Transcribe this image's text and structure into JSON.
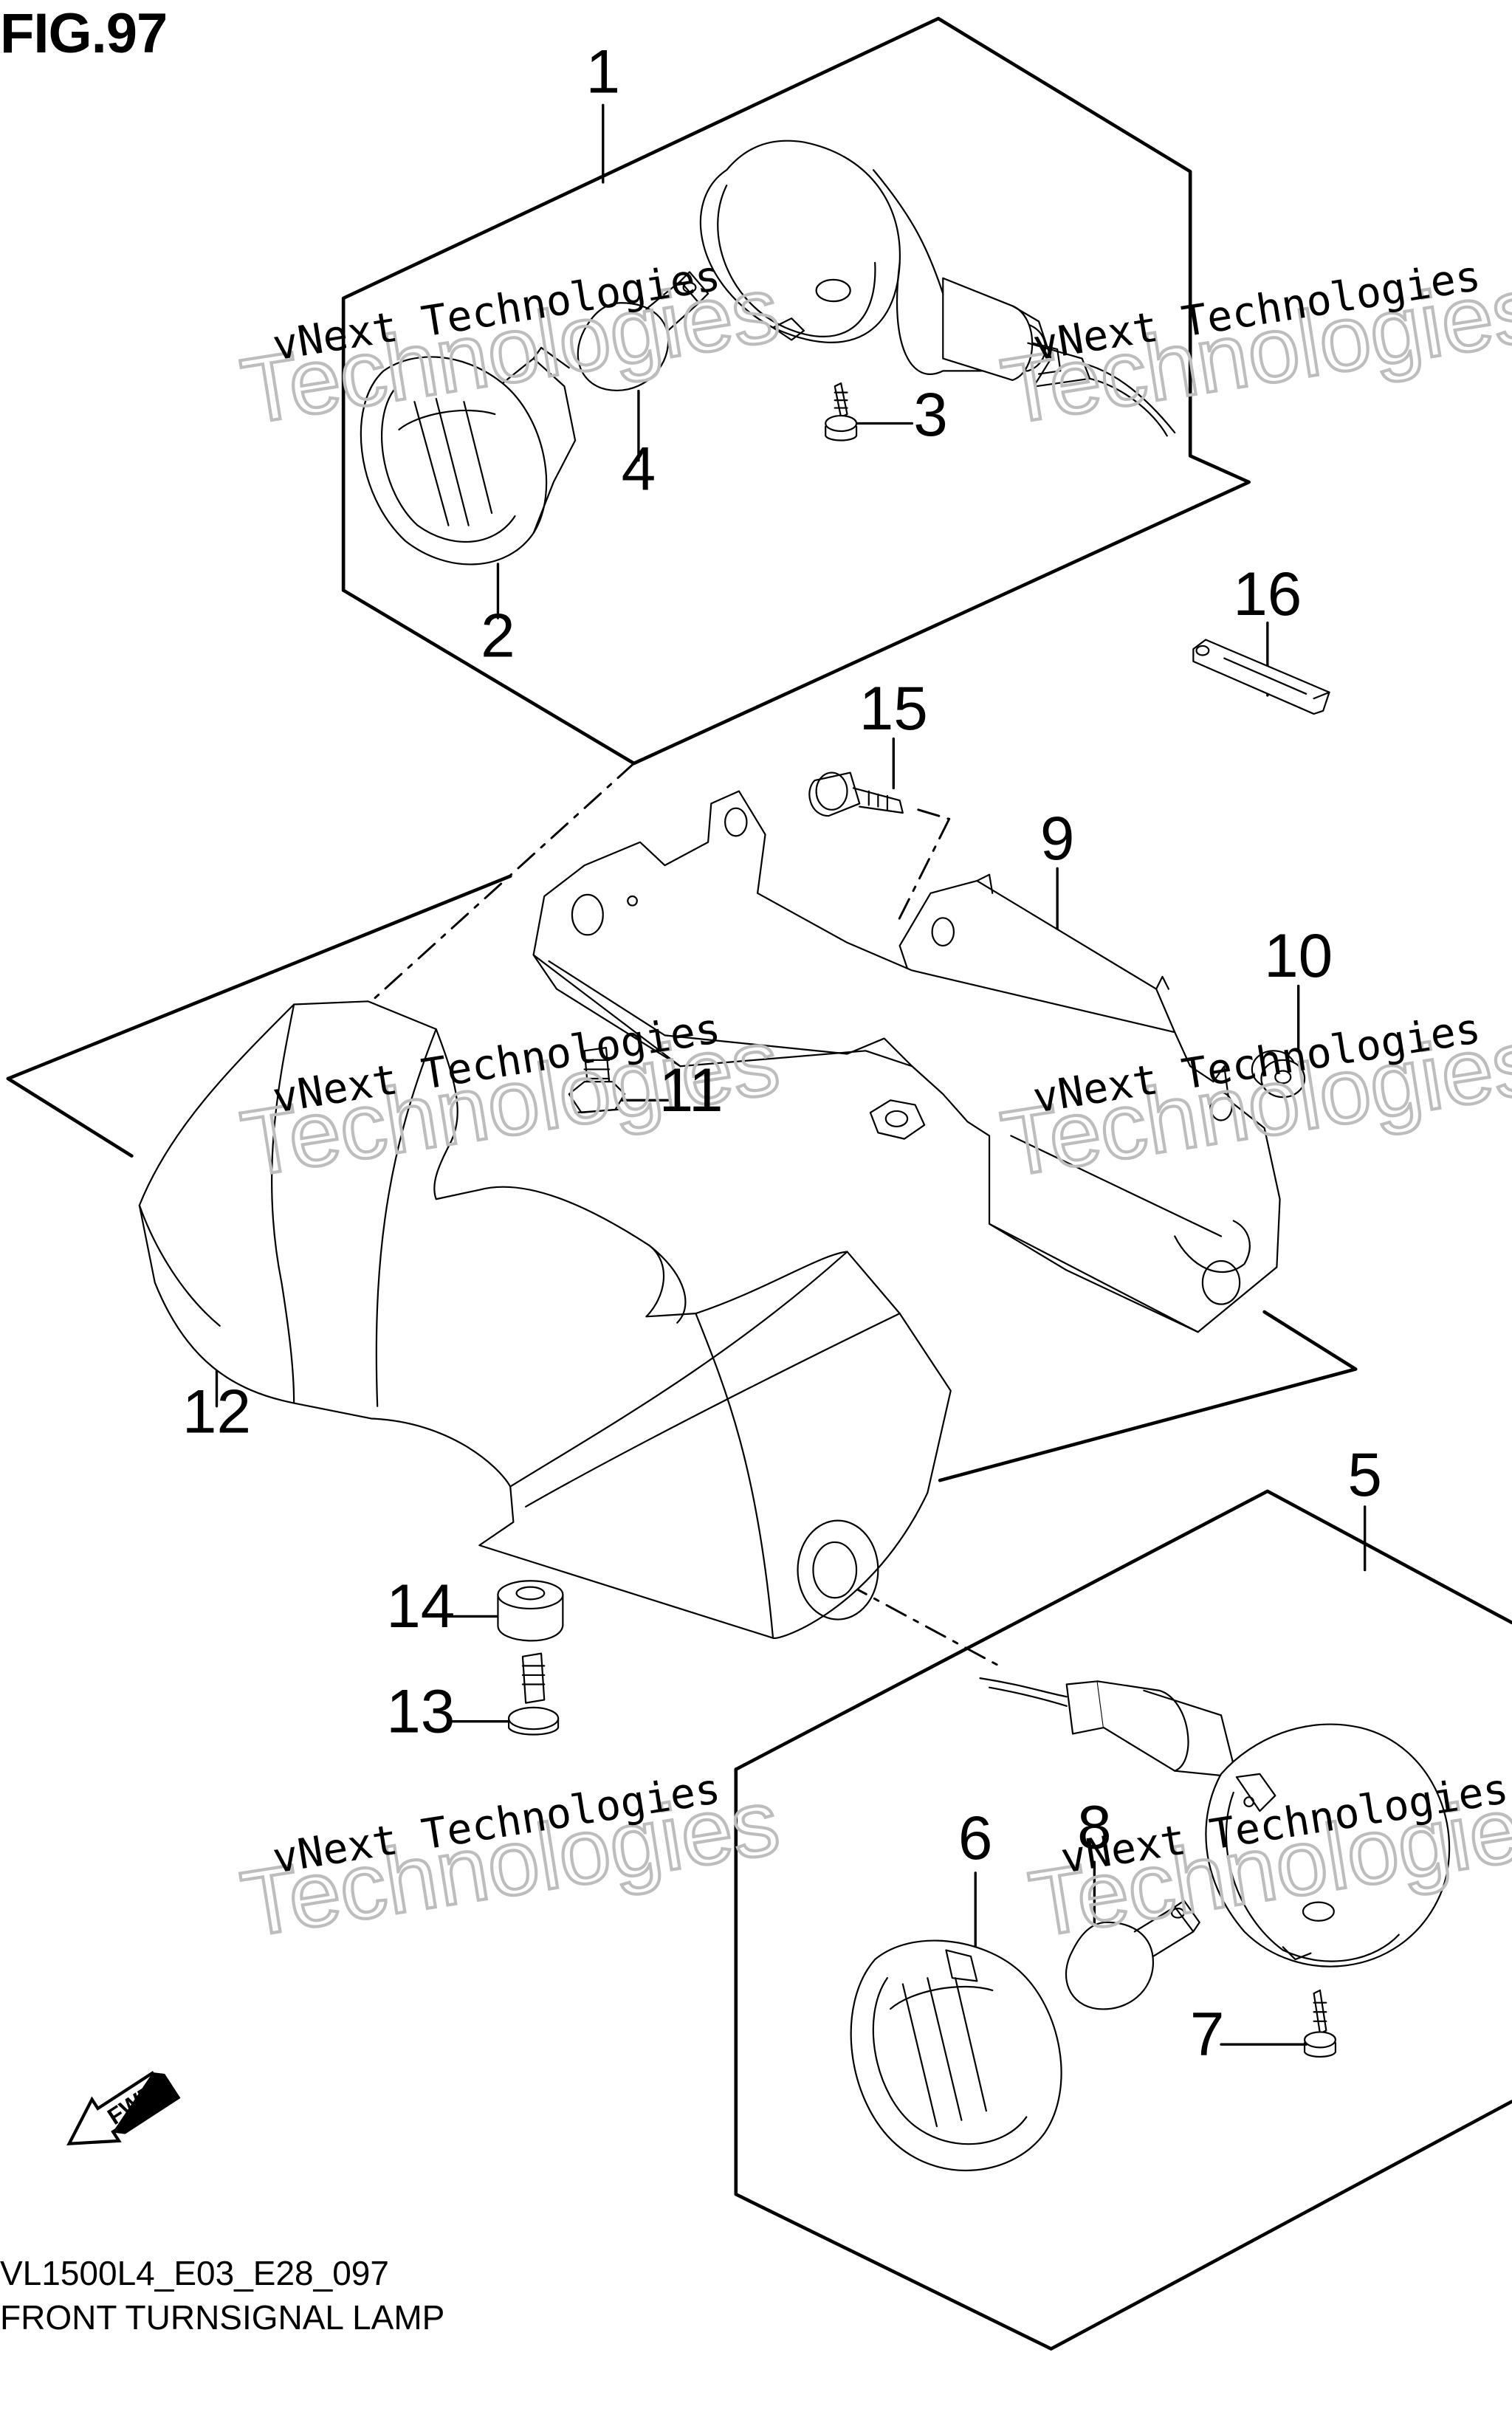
{
  "figure": {
    "title": "FIG.97",
    "model_code": "VL1500L4_E03_E28_097",
    "caption": "FRONT TURNSIGNAL LAMP"
  },
  "watermark": {
    "line1": "vNext Technologies",
    "line2": "Technologies",
    "line3": "vNext"
  },
  "fwd_badge": {
    "label": "FWD"
  },
  "callouts": [
    {
      "id": "callout-1",
      "label": "1"
    },
    {
      "id": "callout-2",
      "label": "2"
    },
    {
      "id": "callout-3",
      "label": "3"
    },
    {
      "id": "callout-4",
      "label": "4"
    },
    {
      "id": "callout-5",
      "label": "5"
    },
    {
      "id": "callout-6",
      "label": "6"
    },
    {
      "id": "callout-7",
      "label": "7"
    },
    {
      "id": "callout-8",
      "label": "8"
    },
    {
      "id": "callout-9",
      "label": "9"
    },
    {
      "id": "callout-10",
      "label": "10"
    },
    {
      "id": "callout-11",
      "label": "11"
    },
    {
      "id": "callout-12",
      "label": "12"
    },
    {
      "id": "callout-13",
      "label": "13"
    },
    {
      "id": "callout-14",
      "label": "14"
    },
    {
      "id": "callout-15",
      "label": "15"
    },
    {
      "id": "callout-16",
      "label": "16"
    }
  ]
}
